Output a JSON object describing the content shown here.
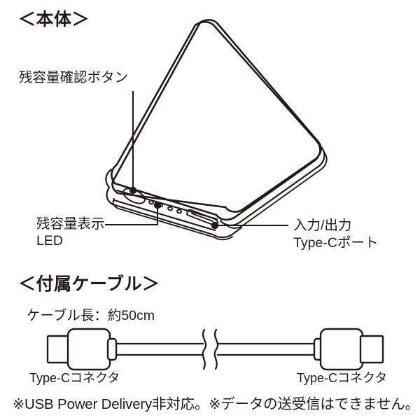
{
  "document": {
    "kind": "product-spec-diagram",
    "language": "ja",
    "ink_color": "#231815",
    "background_color": "#ffffff"
  },
  "sections": {
    "body": {
      "heading": "＜本体＞",
      "callouts": [
        {
          "id": "check-button",
          "text": "残容量確認ボタン"
        },
        {
          "id": "led-indicator",
          "line1": "残容量表示",
          "line2": "LED"
        },
        {
          "id": "type-c-port",
          "line1": "入力/出力",
          "line2": "Type-Cポート"
        }
      ]
    },
    "cable": {
      "heading": "＜付属ケーブル＞",
      "length_label": "ケーブル長：約50cm",
      "connector_left": "Type-Cコネクタ",
      "connector_right": "Type-Cコネクタ"
    }
  },
  "footnote": {
    "text": "※USB Power Delivery非対応。※データの送受信はできません。"
  }
}
